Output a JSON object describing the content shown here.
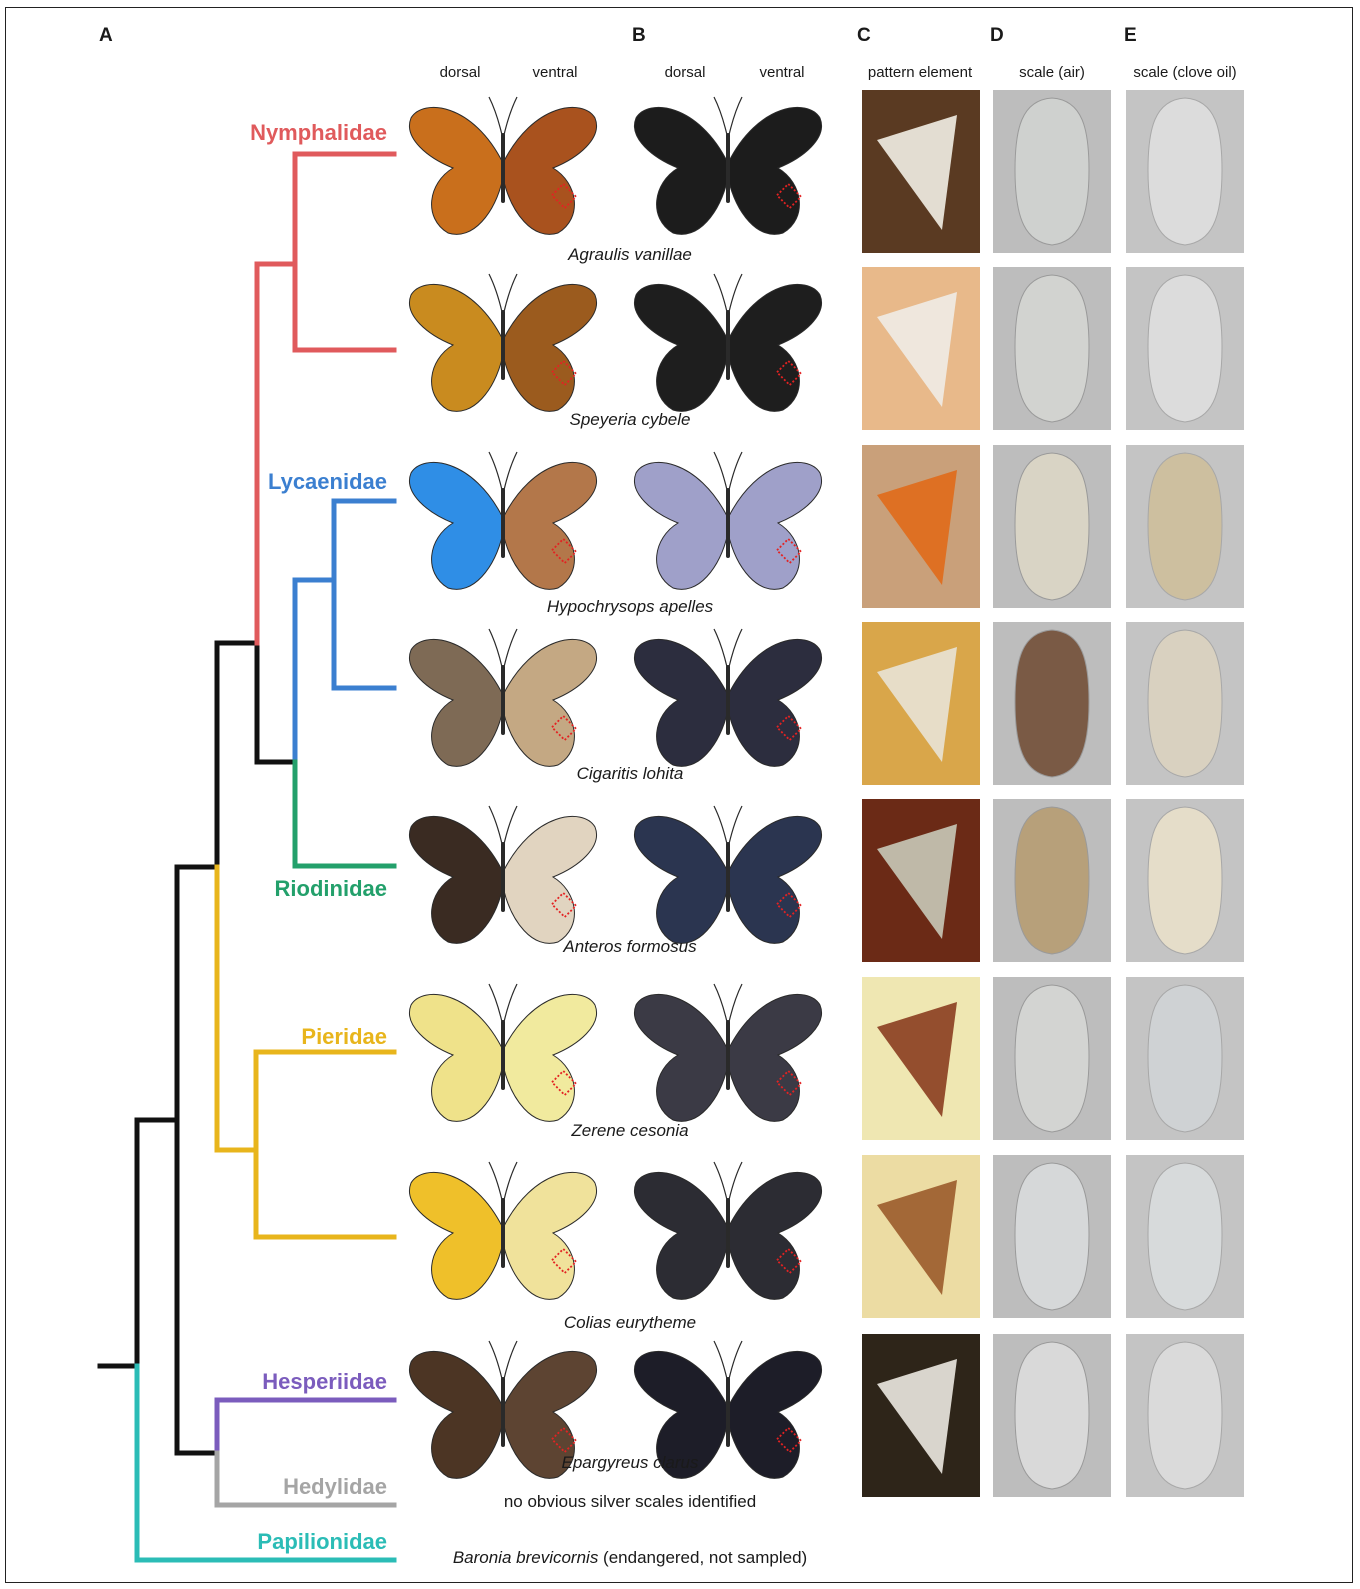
{
  "panel_labels": [
    "A",
    "B",
    "C",
    "D",
    "E"
  ],
  "column_headers": {
    "a_dorsal": "dorsal",
    "a_ventral": "ventral",
    "b_dorsal": "dorsal",
    "b_ventral": "ventral",
    "c": "pattern element",
    "d": "scale (air)",
    "e": "scale (clove oil)"
  },
  "families": [
    {
      "name": "Nymphalidae",
      "color": "#e05a5c"
    },
    {
      "name": "Lycaenidae",
      "color": "#3b7fd0"
    },
    {
      "name": "Riodinidae",
      "color": "#23a06b"
    },
    {
      "name": "Pieridae",
      "color": "#e8b51c"
    },
    {
      "name": "Hesperiidae",
      "color": "#7b5cbd"
    },
    {
      "name": "Hedylidae",
      "color": "#a5a5a5"
    },
    {
      "name": "Papilionidae",
      "color": "#2bbcb6"
    }
  ],
  "species": [
    {
      "name": "Agraulis vanillae",
      "dorsal": "#c96f1c",
      "ventral": "#a9521e",
      "bw": "#1c1c1c",
      "pattern_bg": "#5a3a22",
      "pattern_fg": "#f2efe6",
      "scale_air": "#cfd1cf",
      "scale_oil": "#dcdcdc"
    },
    {
      "name": "Speyeria cybele",
      "dorsal": "#c98b1f",
      "ventral": "#9b5b1e",
      "bw": "#1e1e1e",
      "pattern_bg": "#e8b98a",
      "pattern_fg": "#efece6",
      "scale_air": "#d2d3d0",
      "scale_oil": "#dcdcdc"
    },
    {
      "name": "Hypochrysops apelles",
      "dorsal": "#2f8ee6",
      "ventral": "#b3774a",
      "bw": "#9fa0c9",
      "pattern_bg": "#c9a07a",
      "pattern_fg": "#e06a1a",
      "scale_air": "#d9d4c5",
      "scale_oil": "#cdbf9f"
    },
    {
      "name": "Cigaritis lohita",
      "dorsal": "#7e6a55",
      "ventral": "#c4a883",
      "bw": "#2c2d3e",
      "pattern_bg": "#d9a64a",
      "pattern_fg": "#e8e3d6",
      "scale_air": "#7a5a45",
      "scale_oil": "#d9d1c0"
    },
    {
      "name": "Anteros formosus",
      "dorsal": "#3a2b22",
      "ventral": "#e1d4c0",
      "bw": "#2b3550",
      "pattern_bg": "#6b2a16",
      "pattern_fg": "#c9c9b8",
      "scale_air": "#b7a07a",
      "scale_oil": "#e5ddc9"
    },
    {
      "name": "Zerene cesonia",
      "dorsal": "#efe28a",
      "ventral": "#f1ea9e",
      "bw": "#3b3a45",
      "pattern_bg": "#efe7b2",
      "pattern_fg": "#8a3d1f",
      "scale_air": "#d3d4d2",
      "scale_oil": "#cfd2d4"
    },
    {
      "name": "Colias eurytheme",
      "dorsal": "#efc02a",
      "ventral": "#f0e29b",
      "bw": "#2c2c33",
      "pattern_bg": "#ecdca3",
      "pattern_fg": "#9b5b2b",
      "scale_air": "#d6d8d9",
      "scale_oil": "#d7dadb"
    },
    {
      "name": "Epargyreus clarus",
      "dorsal": "#4c3524",
      "ventral": "#5d4432",
      "bw": "#1d1d28",
      "pattern_bg": "#2e2519",
      "pattern_fg": "#ece9e1",
      "scale_air": "#d9d9d9",
      "scale_oil": "#dadada"
    }
  ],
  "notes": {
    "hedylidae": "no obvious silver scales identified",
    "papilionidae_species": "Baronia brevicornis",
    "papilionidae_note": " (endangered, not sampled)"
  },
  "highlight_color": "#e32222",
  "root_color": "#111111"
}
